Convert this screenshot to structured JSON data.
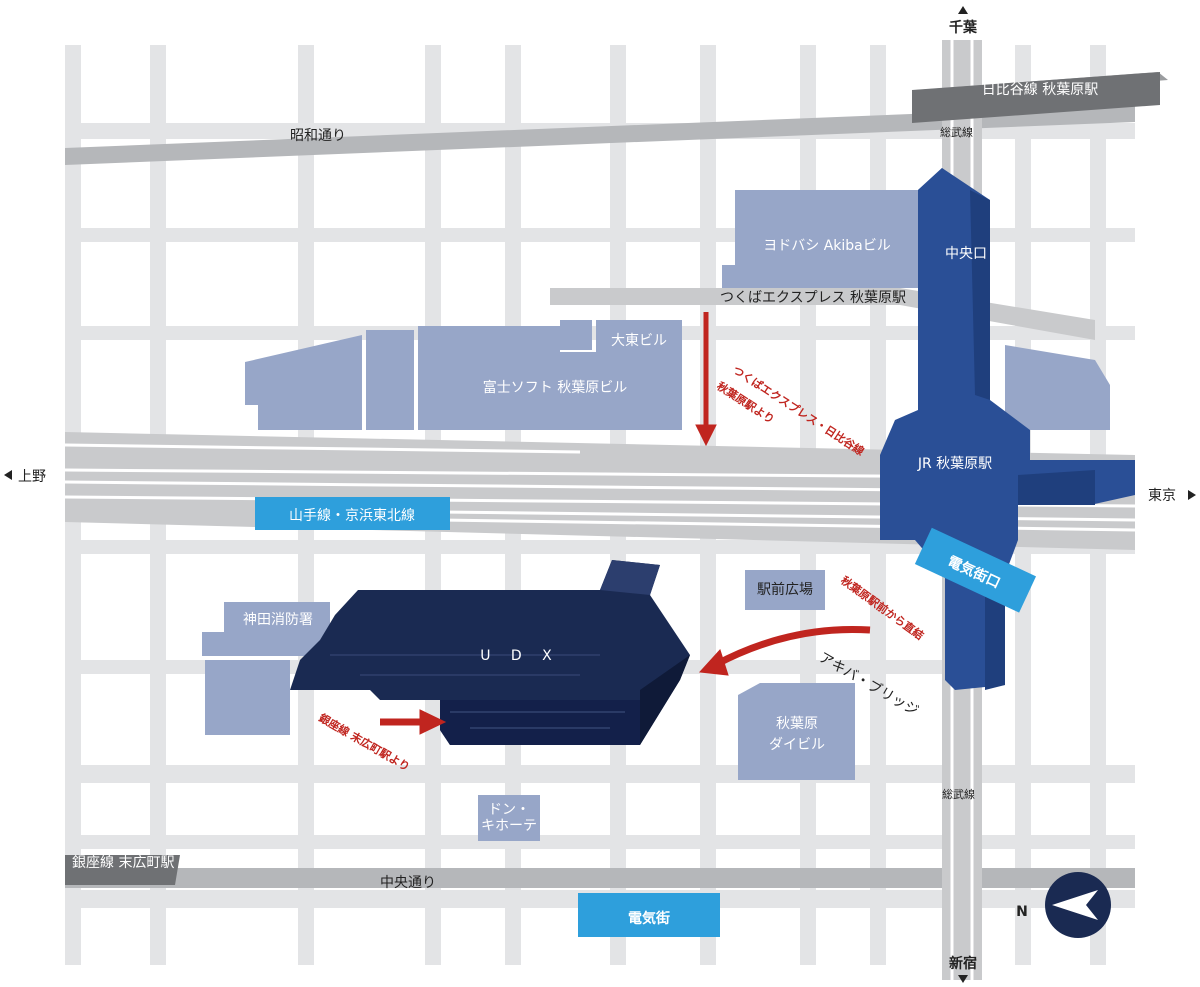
{
  "colors": {
    "street": "#e3e4e6",
    "major_road": "#b5b7ba",
    "rail": "#c9cacc",
    "rail_track": "#ffffff",
    "building": "#97a6c8",
    "station_blue": "#2a4f96",
    "udx_navy": "#1a2a52",
    "highlight_cyan": "#2e9fdc",
    "subway_gray": "#6f7174",
    "route_red": "#c0251f"
  },
  "compass": {
    "letter": "N",
    "icon": "north-arrow-icon"
  },
  "directions": {
    "north": "千葉",
    "south": "新宿",
    "west": "上野",
    "east": "東京"
  },
  "roads": {
    "showa": "昭和通り",
    "chuo": "中央通り"
  },
  "lines": {
    "hibiya": "日比谷線 秋葉原駅",
    "tsukuba": "つくばエクスプレス 秋葉原駅",
    "ginza": "銀座線 末広町駅",
    "sobu_top": "総武線",
    "sobu_bottom": "総武線",
    "yamanote": "山手線・京浜東北線"
  },
  "buildings": {
    "yodobashi": "ヨドバシ Akibaビル",
    "daito": "大東ビル",
    "fujisoft": "富士ソフト 秋葉原ビル",
    "ekimae": "駅前広場",
    "kanda_fire": "神田消防署",
    "udx": "U D X",
    "daibiru_line1": "秋葉原",
    "daibiru_line2": "ダイビル",
    "donki_line1": "ドン・",
    "donki_line2": "キホーテ"
  },
  "station": {
    "jr": "JR 秋葉原駅",
    "chuo_exit": "中央口",
    "denki_exit": "電気街口"
  },
  "district": "電気街",
  "annotations": {
    "tsukuba_line1": "つくばエクスプレス・日比谷線",
    "tsukuba_line2": "秋葉原駅より",
    "direct": "秋葉原駅前から直結",
    "bridge": "アキバ・ブリッジ",
    "ginza_from": "銀座線 末広町駅より"
  }
}
